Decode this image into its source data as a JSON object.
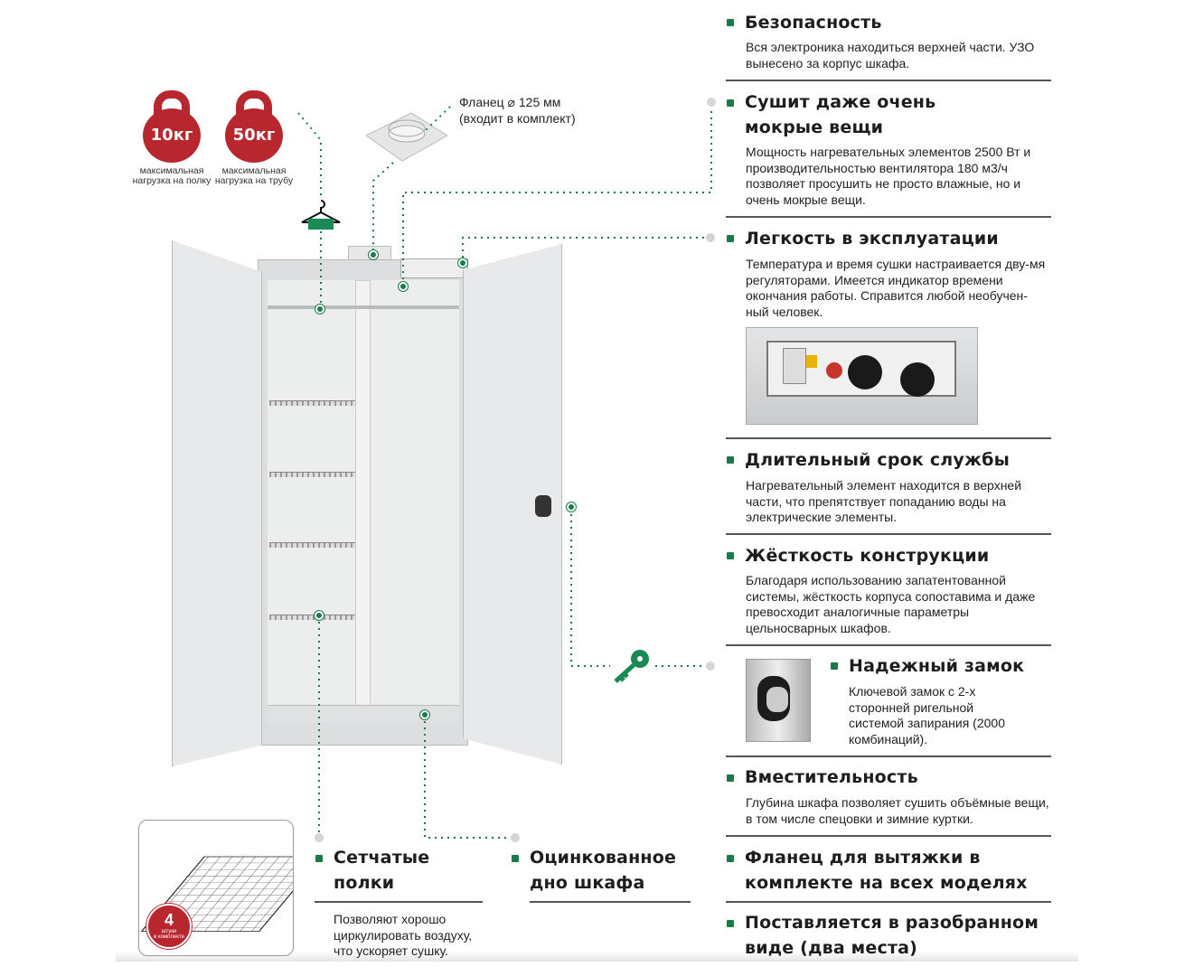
{
  "weights": [
    {
      "value": "10кг",
      "caption": "максимальная нагрузка на полку"
    },
    {
      "value": "50кг",
      "caption": "максимальная нагрузка на трубу"
    }
  ],
  "flange_note": {
    "line1": "Фланец ⌀ 125 мм",
    "line2": "(входит в комплект)"
  },
  "shelves_badge": {
    "count": "4",
    "unit": "штуки",
    "text": "в комплекте"
  },
  "features": [
    {
      "title": "Безопасность",
      "text": "Вся электроника находиться верхней части. УЗО вынесено за корпус шкафа."
    },
    {
      "title": "Сушит даже очень мокрые вещи",
      "text": "Мощность нагревательных элементов 2500 Вт и производительностью вентилятора 180 м3/ч позволяет просушить не просто влажные, но и очень мокрые вещи."
    },
    {
      "title": "Легкость в эксплуатации",
      "text": "Температура и время сушки настраивается дву-мя регуляторами. Имеется индикатор времени окончания работы. Справится любой необучен-ный человек."
    },
    {
      "title": "Длительный срок службы",
      "text": "Нагревательный элемент находится в верхней части, что препятствует попаданию воды на электрические элементы."
    },
    {
      "title": "Жёсткость конструкции",
      "text": "Благодаря использованию запатентованной системы, жёсткость корпуса сопоставима и даже превосходит аналогичные параметры цельносварных шкафов."
    },
    {
      "title": "Надежный замок",
      "text": "Ключевой замок с 2-х сторонней ригельной системой запирания (2000 комбинаций)."
    },
    {
      "title": "Вместительность",
      "text": "Глубина шкафа позволяет сушить объёмные вещи, в том числе спецовки и зимние куртки."
    },
    {
      "title": "Фланец для вытяжки в комплекте на всех моделях",
      "text": ""
    },
    {
      "title": "Поставляется в разобранном виде (два места)",
      "text": ""
    }
  ],
  "bottom": [
    {
      "title": "Сетчатые полки",
      "text": "Позволяют хорошо циркулировать воздуху, что ускоряет сушку."
    },
    {
      "title": "Оцинкованное дно шкафа",
      "text": ""
    }
  ],
  "colors": {
    "accent": "#1a7a4a",
    "weight": "#b8262e"
  }
}
